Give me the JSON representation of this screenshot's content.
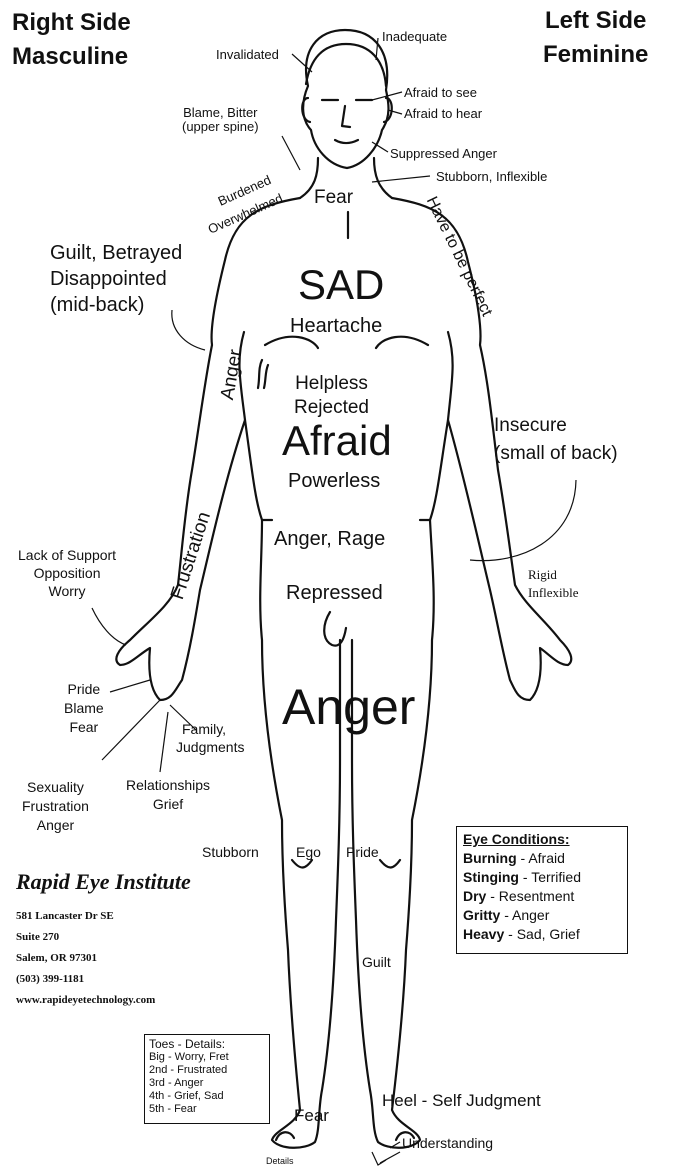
{
  "header": {
    "right_side": [
      "Right Side",
      "Masculine"
    ],
    "left_side": [
      "Left Side",
      "Feminine"
    ]
  },
  "labels": {
    "inadequate": "Inadequate",
    "invalidated": "Invalidated",
    "afraid_see": "Afraid to see",
    "afraid_hear": "Afraid to hear",
    "blame_bitter": "Blame, Bitter",
    "upper_spine": "(upper spine)",
    "suppressed_anger": "Suppressed Anger",
    "stubborn_inflexible": "Stubborn, Inflexible",
    "burdened": "Burdened",
    "overwhelmed": "Overwhelmed",
    "fear_throat": "Fear",
    "have_to_be_perfect": "Have to be perfect",
    "guilt_betrayed": "Guilt, Betrayed",
    "disappointed": "Disappointed",
    "mid_back": "(mid-back)",
    "sad": "SAD",
    "heartache": "Heartache",
    "anger_arm": "Anger",
    "helpless": "Helpless",
    "rejected": "Rejected",
    "afraid": "Afraid",
    "powerless": "Powerless",
    "insecure": "Insecure",
    "small_of_back": "(small of back)",
    "frustration_arm": "Frustration",
    "anger_rage": "Anger, Rage",
    "lack_support": "Lack of Support",
    "opposition": "Opposition",
    "worry": "Worry",
    "repressed": "Repressed",
    "rigid": "Rigid",
    "inflexible": "Inflexible",
    "pride_hand": "Pride",
    "blame_hand": "Blame",
    "fear_hand": "Fear",
    "anger_big": "Anger",
    "family": "Family,",
    "judgments": "Judgments",
    "sexuality": "Sexuality",
    "frustration_low": "Frustration",
    "anger_low": "Anger",
    "relationships": "Relationships",
    "grief": "Grief",
    "stubborn_knee": "Stubborn",
    "ego": "Ego",
    "pride_knee": "Pride",
    "guilt_leg": "Guilt",
    "heel": "Heel - Self Judgment",
    "fear_foot": "Fear",
    "understanding": "Understanding",
    "details": "Details"
  },
  "institute": {
    "name": "Rapid Eye Institute",
    "address1": "581 Lancaster Dr SE",
    "address2": "Suite 270",
    "city": "Salem, OR 97301",
    "phone": "(503) 399-1181",
    "web": "www.rapideyetechnology.com"
  },
  "eye_conditions": {
    "title": "Eye Conditions:",
    "rows": [
      {
        "term": "Burning",
        "meaning": " - Afraid"
      },
      {
        "term": "Stinging",
        "meaning": " - Terrified"
      },
      {
        "term": "Dry",
        "meaning": " - Resentment"
      },
      {
        "term": "Gritty",
        "meaning": " - Anger"
      },
      {
        "term": "Heavy",
        "meaning": " - Sad, Grief"
      }
    ]
  },
  "toes": {
    "title": "Toes - Details:",
    "rows": [
      "Big - Worry, Fret",
      "2nd - Frustrated",
      "3rd - Anger",
      "4th - Grief, Sad",
      "5th - Fear"
    ]
  }
}
